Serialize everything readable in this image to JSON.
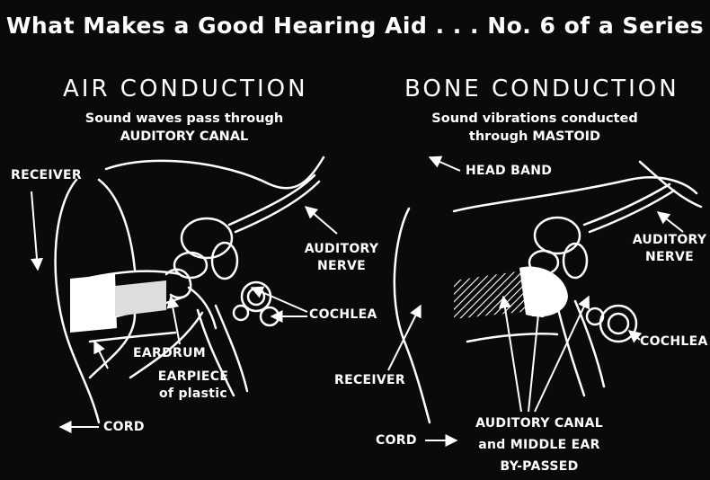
{
  "header": {
    "title": "What Makes a Good Hearing Aid . . . No. 6 of a Series"
  },
  "air": {
    "title": "AIR CONDUCTION",
    "subtitle_line1": "Sound waves pass through",
    "subtitle_line2": "AUDITORY CANAL",
    "labels": {
      "receiver": "RECEIVER",
      "auditory_nerve_1": "AUDITORY",
      "auditory_nerve_2": "NERVE",
      "cochlea": "COCHLEA",
      "eardrum": "EARDRUM",
      "earpiece_1": "EARPIECE",
      "earpiece_2": "of plastic",
      "cord": "CORD"
    }
  },
  "bone": {
    "title": "BONE CONDUCTION",
    "subtitle_line1": "Sound vibrations conducted",
    "subtitle_line2": "through MASTOID",
    "labels": {
      "head_band": "HEAD BAND",
      "auditory_nerve_1": "AUDITORY",
      "auditory_nerve_2": "NERVE",
      "cochlea": "COCHLEA",
      "receiver": "RECEIVER",
      "cord": "CORD",
      "canal_1": "AUDITORY CANAL",
      "canal_2": "and MIDDLE EAR",
      "canal_3": "BY-PASSED"
    }
  },
  "colors": {
    "background": "#0a0a0a",
    "ink": "#ffffff"
  }
}
